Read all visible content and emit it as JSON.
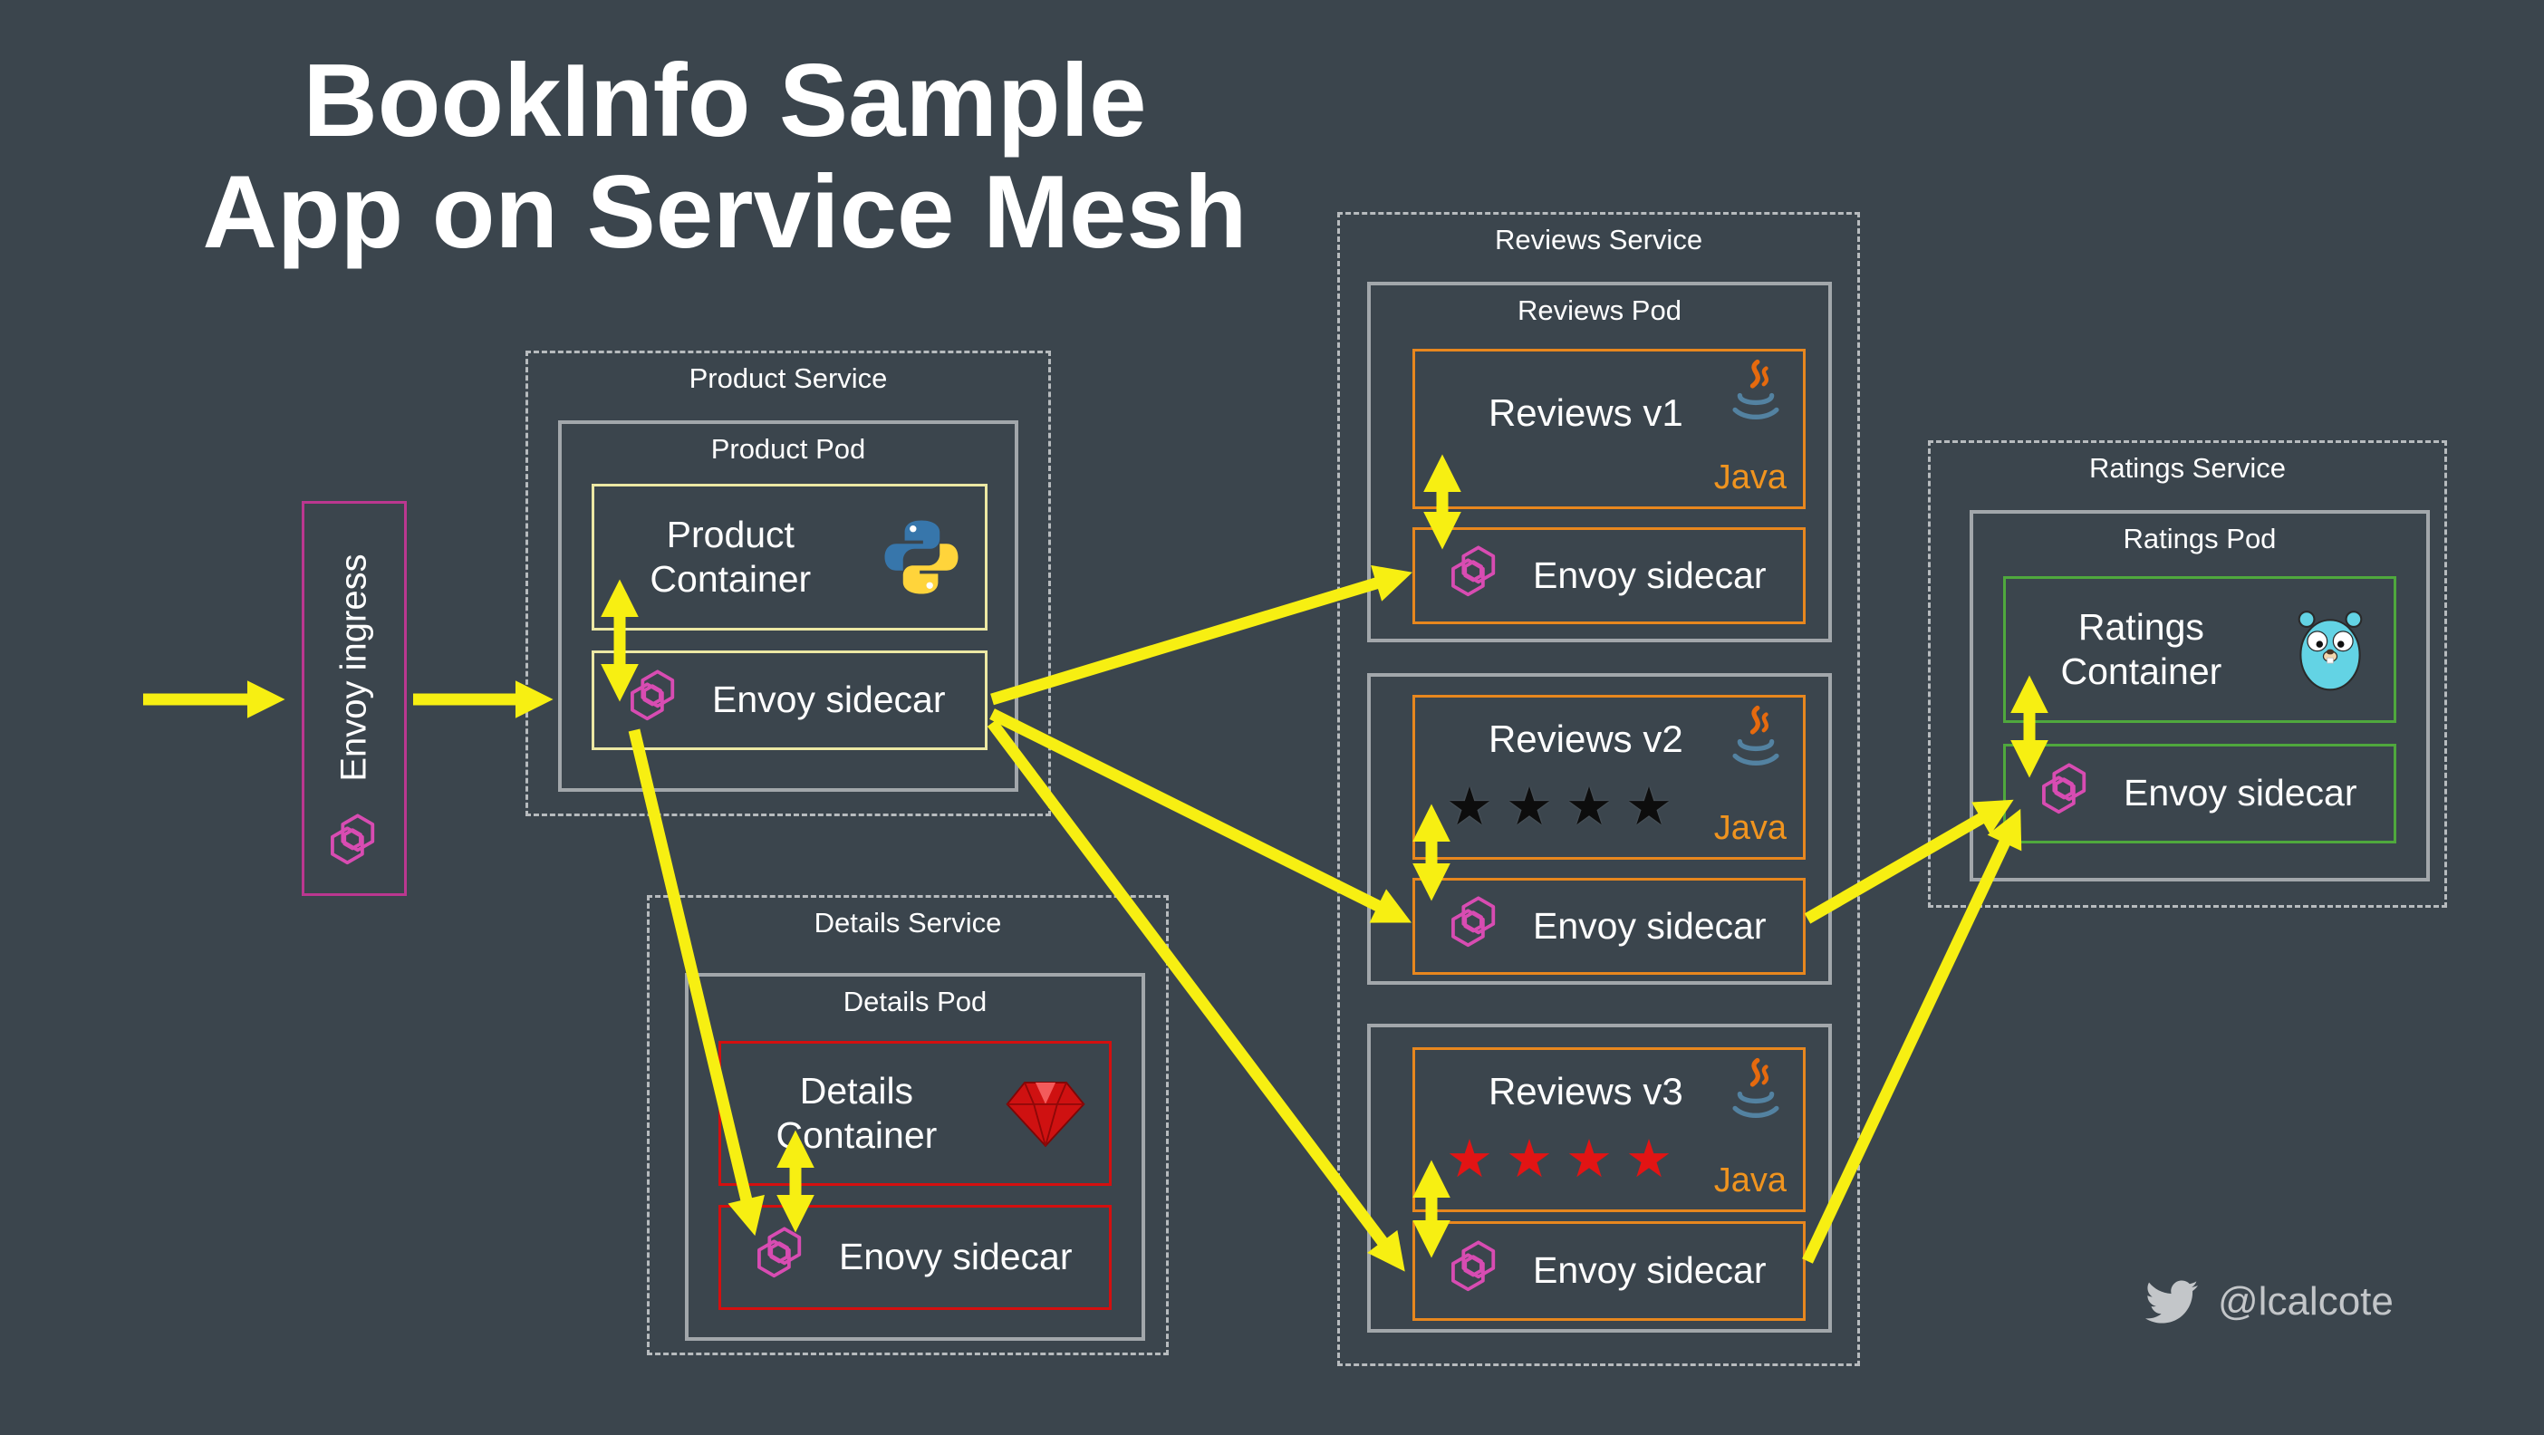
{
  "title": {
    "line1": "BookInfo Sample",
    "line2": "App on Service Mesh"
  },
  "ingress": {
    "label": "Envoy ingress",
    "icon": "envoy-icon"
  },
  "product": {
    "service_label": "Product Service",
    "pod_label": "Product Pod",
    "container_label": "Product Container",
    "container_icon": "python-icon",
    "sidecar_label": "Envoy sidecar",
    "sidecar_icon": "envoy-icon"
  },
  "details": {
    "service_label": "Details Service",
    "pod_label": "Details Pod",
    "container_label": "Details Container",
    "container_icon": "ruby-icon",
    "sidecar_label": "Enovy sidecar",
    "sidecar_icon": "envoy-icon"
  },
  "reviews": {
    "service_label": "Reviews Service",
    "pod_label": "Reviews Pod",
    "versions": [
      {
        "label": "Reviews v1",
        "runtime": "Java",
        "runtime_icon": "java-icon",
        "stars": "",
        "sidecar_label": "Envoy sidecar",
        "sidecar_icon": "envoy-icon"
      },
      {
        "label": "Reviews v2",
        "runtime": "Java",
        "runtime_icon": "java-icon",
        "stars": "★★★★",
        "sidecar_label": "Envoy sidecar",
        "sidecar_icon": "envoy-icon"
      },
      {
        "label": "Reviews v3",
        "runtime": "Java",
        "runtime_icon": "java-icon",
        "stars": "★★★★",
        "sidecar_label": "Envoy sidecar",
        "sidecar_icon": "envoy-icon"
      }
    ]
  },
  "ratings": {
    "service_label": "Ratings Service",
    "pod_label": "Ratings Pod",
    "container_label": "Ratings Container",
    "container_icon": "gopher-icon",
    "sidecar_label": "Envoy sidecar",
    "sidecar_icon": "envoy-icon"
  },
  "footer": {
    "twitter_handle": "@lcalcote",
    "icon": "twitter-icon"
  },
  "colors": {
    "background": "#3b454d",
    "text_white": "#ffffff",
    "arrow_yellow": "#f7ef12",
    "dashed_border": "#b7bbbe",
    "pod_border": "#a2a7ab",
    "product_border": "#ece8a4",
    "details_border": "#d40f0f",
    "reviews_border": "#e8871e",
    "ratings_border": "#4fa83d",
    "ingress_border": "#bb3790",
    "envoy_magenta": "#d84cb2",
    "stars_v2": "#0d0d0d",
    "stars_v3": "#e21414",
    "java_orange": "#f0941f",
    "footer_gray": "#c3c6c9"
  }
}
